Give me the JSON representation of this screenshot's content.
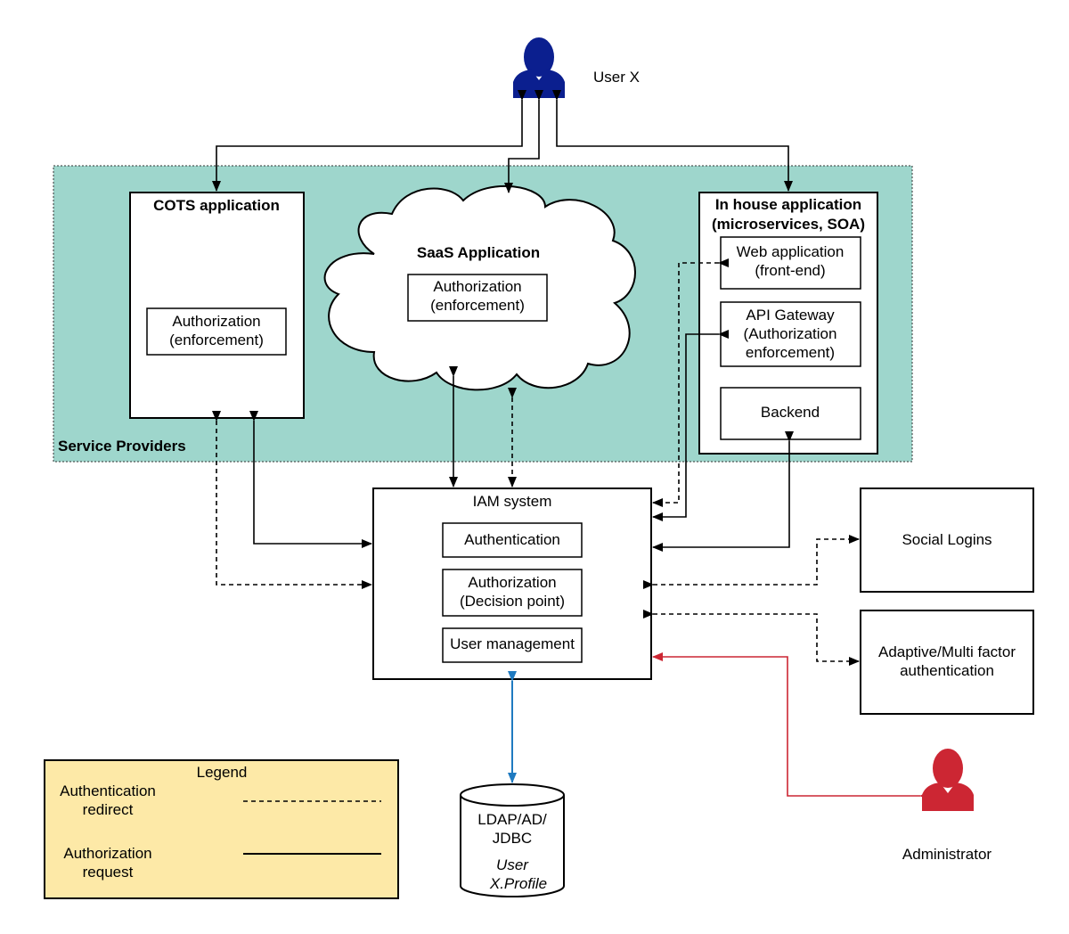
{
  "users": {
    "user_x": "User X",
    "administrator": "Administrator"
  },
  "service_providers": {
    "label": "Service Providers",
    "cots": {
      "title": "COTS application",
      "authz_line1": "Authorization",
      "authz_line2": "(enforcement)"
    },
    "saas": {
      "title": "SaaS Application",
      "authz_line1": "Authorization",
      "authz_line2": "(enforcement)"
    },
    "inhouse": {
      "title_line1": "In house application",
      "title_line2": "(microservices, SOA)",
      "web_line1": "Web application",
      "web_line2": "(front-end)",
      "api_line1": "API Gateway",
      "api_line2": "(Authorization",
      "api_line3": "enforcement)",
      "backend": "Backend"
    }
  },
  "iam": {
    "title": "IAM system",
    "authentication": "Authentication",
    "authz_line1": "Authorization",
    "authz_line2": "(Decision point)",
    "user_management": "User management"
  },
  "external": {
    "social_logins": "Social Logins",
    "mfa_line1": "Adaptive/Multi factor",
    "mfa_line2": "authentication"
  },
  "datastore": {
    "line1": "LDAP/AD/",
    "line2": "JDBC",
    "line3": "User",
    "line4": "X.Profile"
  },
  "legend": {
    "title": "Legend",
    "auth_redirect_line1": "Authentication",
    "auth_redirect_line2": "redirect",
    "authz_request_line1": "Authorization",
    "authz_request_line2": "request"
  },
  "colors": {
    "service_area_fill": "#9ed6cc",
    "user_icon": "#0b1f8f",
    "admin_icon": "#cc2633",
    "admin_link": "#cc2633",
    "db_link": "#1f7ac0",
    "legend_fill": "#fde9a7"
  },
  "icons": {
    "user_x": "user-icon",
    "administrator": "admin-user-icon"
  }
}
